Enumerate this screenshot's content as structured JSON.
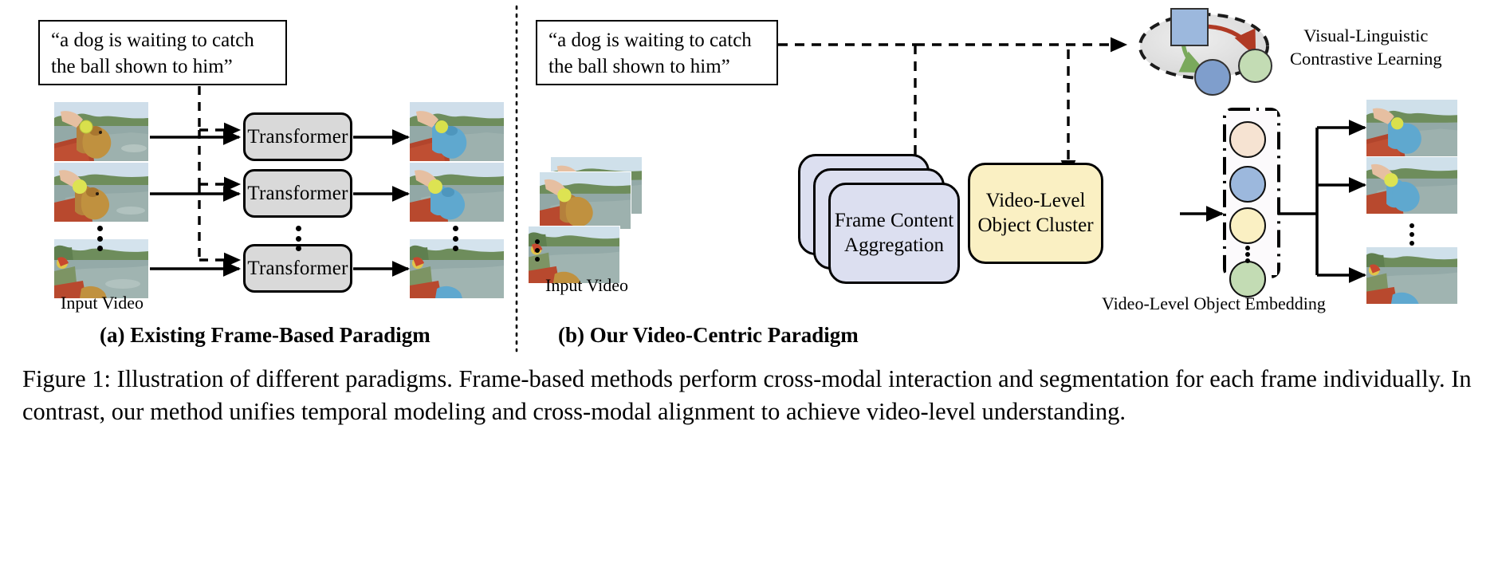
{
  "figure": {
    "caption": "Figure 1: Illustration of different paradigms. Frame-based methods perform cross-modal interaction and segmentation for each frame individually. In contrast, our method unifies temporal modeling and cross-modal alignment to achieve video-level understanding."
  },
  "panel_a": {
    "title": "(a) Existing Frame-Based Paradigm",
    "prompt": "“a dog is waiting to catch the ball shown to him”",
    "prompt_line1": "“a dog is waiting to catch",
    "prompt_line2": "the ball shown to him”",
    "input_label": "Input Video",
    "modules": [
      {
        "label": "Transformer"
      },
      {
        "label": "Transformer"
      },
      {
        "label": "Transformer"
      }
    ],
    "ellipsis": "⋮"
  },
  "panel_b": {
    "title": "(b) Our Video-Centric Paradigm",
    "prompt_line1": "“a dog is waiting to catch",
    "prompt_line2": "the ball shown to him”",
    "input_label": "Input Video",
    "frame_aggregation": {
      "line1": "Frame Content",
      "line2": "Aggregation",
      "stack_count": 3
    },
    "object_cluster": {
      "line1": "Video-Level",
      "line2": "Object Cluster"
    },
    "embedding": {
      "label": "Video-Level Object Embedding",
      "tokens": [
        {
          "name": "token-peach",
          "color": "#f6e3d2"
        },
        {
          "name": "token-blue",
          "color": "#9cb8dd"
        },
        {
          "name": "token-yellow",
          "color": "#faf0c3"
        },
        {
          "name": "token-green",
          "color": "#c3dcb4"
        }
      ],
      "ellipsis": "⋮"
    },
    "contrastive": {
      "line1": "Visual-Linguistic",
      "line2": "Contrastive Learning",
      "text_token_color": "#9cb8dd",
      "positive_color": "#9cb8dd",
      "negative_color": "#c3dcb4",
      "pull_arrow_color": "#7aa95c",
      "push_arrow_color": "#b03a24",
      "ellipse_fill": "#dedede"
    }
  },
  "colors": {
    "transformer_fill": "#d9d9d9",
    "module_fill": "#dcdff0",
    "cluster_fill": "#faf0c3",
    "mask_blue": "#5fa8cf",
    "stroke": "#000000"
  }
}
